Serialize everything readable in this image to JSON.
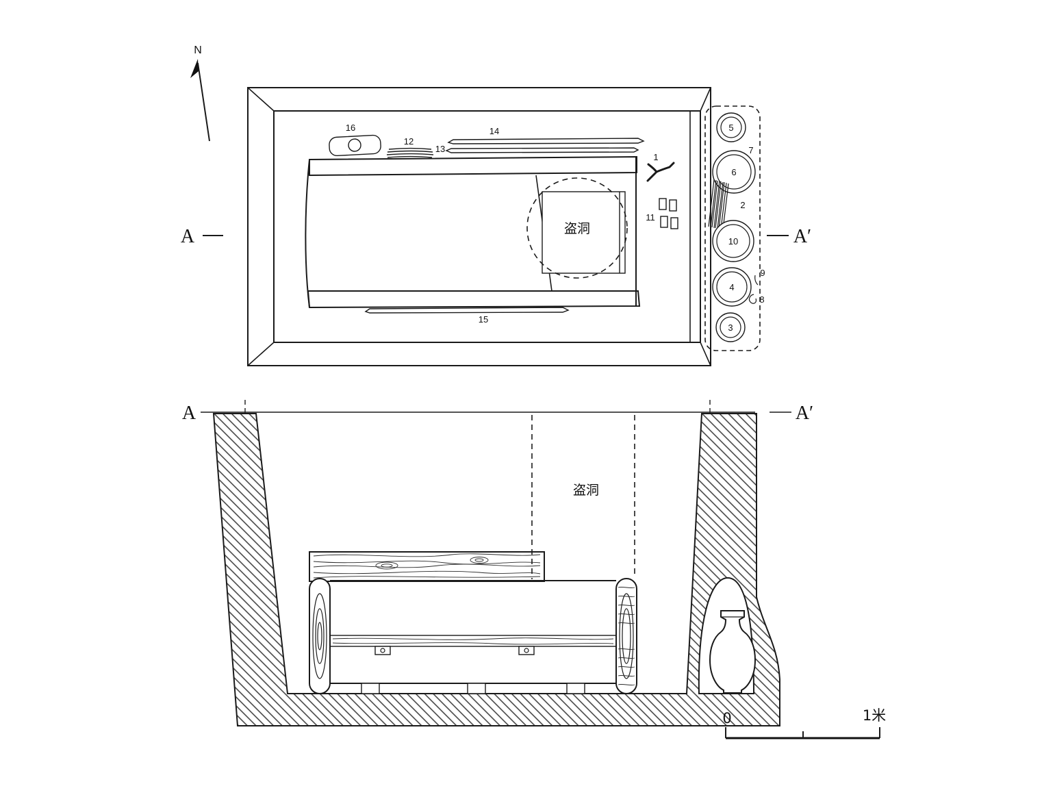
{
  "meta": {
    "background_color": "#ffffff",
    "ink_color": "#1a1a1a",
    "description": "archaeological tomb plan and section drawing"
  },
  "north": {
    "label": "N"
  },
  "plan_view": {
    "section_marker_left": "A",
    "section_marker_right": "A′",
    "robber_hole_label": "盗洞",
    "artifact_labels": {
      "1": "1",
      "2": "2",
      "3": "3",
      "4": "4",
      "5": "5",
      "6": "6",
      "7": "7",
      "8": "8",
      "9": "9",
      "10": "10",
      "11": "11",
      "12": "12",
      "13": "13",
      "14": "14",
      "15": "15",
      "16": "16"
    }
  },
  "section_view": {
    "section_marker_left": "A",
    "section_marker_right": "A′",
    "robber_hole_label": "盗洞",
    "scale_bar": {
      "start_label": "0",
      "end_label": "1米"
    }
  }
}
